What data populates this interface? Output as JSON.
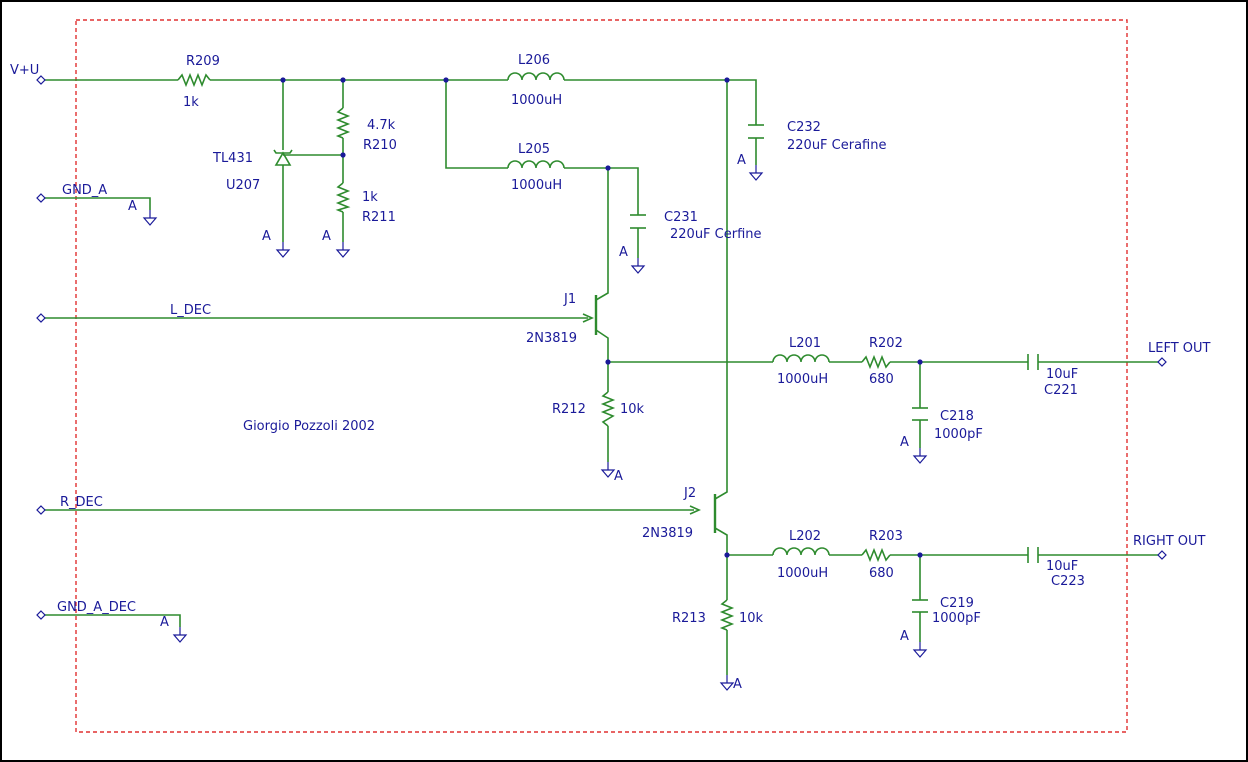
{
  "nets": {
    "vplus": "V+U",
    "gnd_a": "GND_A",
    "l_dec": "L_DEC",
    "r_dec": "R_DEC",
    "gnd_a_dec": "GND_A_DEC",
    "left_out": "LEFT OUT",
    "right_out": "RIGHT OUT"
  },
  "ground_label": "A",
  "components": {
    "r209": {
      "ref": "R209",
      "value": "1k"
    },
    "r210": {
      "ref": "R210",
      "value": "4.7k"
    },
    "r211": {
      "ref": "R211",
      "value": "1k"
    },
    "u207": {
      "ref": "U207",
      "value": "TL431"
    },
    "l206": {
      "ref": "L206",
      "value": "1000uH"
    },
    "l205": {
      "ref": "L205",
      "value": "1000uH"
    },
    "c232": {
      "ref": "C232",
      "value": "220uF Cerafine"
    },
    "c231": {
      "ref": "C231",
      "value": "220uF Cerfine"
    },
    "j1": {
      "ref": "J1",
      "value": "2N3819"
    },
    "j2": {
      "ref": "J2",
      "value": "2N3819"
    },
    "r212": {
      "ref": "R212",
      "value": "10k"
    },
    "r213": {
      "ref": "R213",
      "value": "10k"
    },
    "l201": {
      "ref": "L201",
      "value": "1000uH"
    },
    "l202": {
      "ref": "L202",
      "value": "1000uH"
    },
    "r202": {
      "ref": "R202",
      "value": "680"
    },
    "r203": {
      "ref": "R203",
      "value": "680"
    },
    "c218": {
      "ref": "C218",
      "value": "1000pF"
    },
    "c219": {
      "ref": "C219",
      "value": "1000pF"
    },
    "c221": {
      "ref": "C221",
      "value": "10uF"
    },
    "c223": {
      "ref": "C223",
      "value": "10uF"
    }
  },
  "author": "Giorgio Pozzoli 2002",
  "colors": {
    "wire": "#2e8b2e",
    "text": "#1a1a99",
    "border": "#e03030"
  }
}
